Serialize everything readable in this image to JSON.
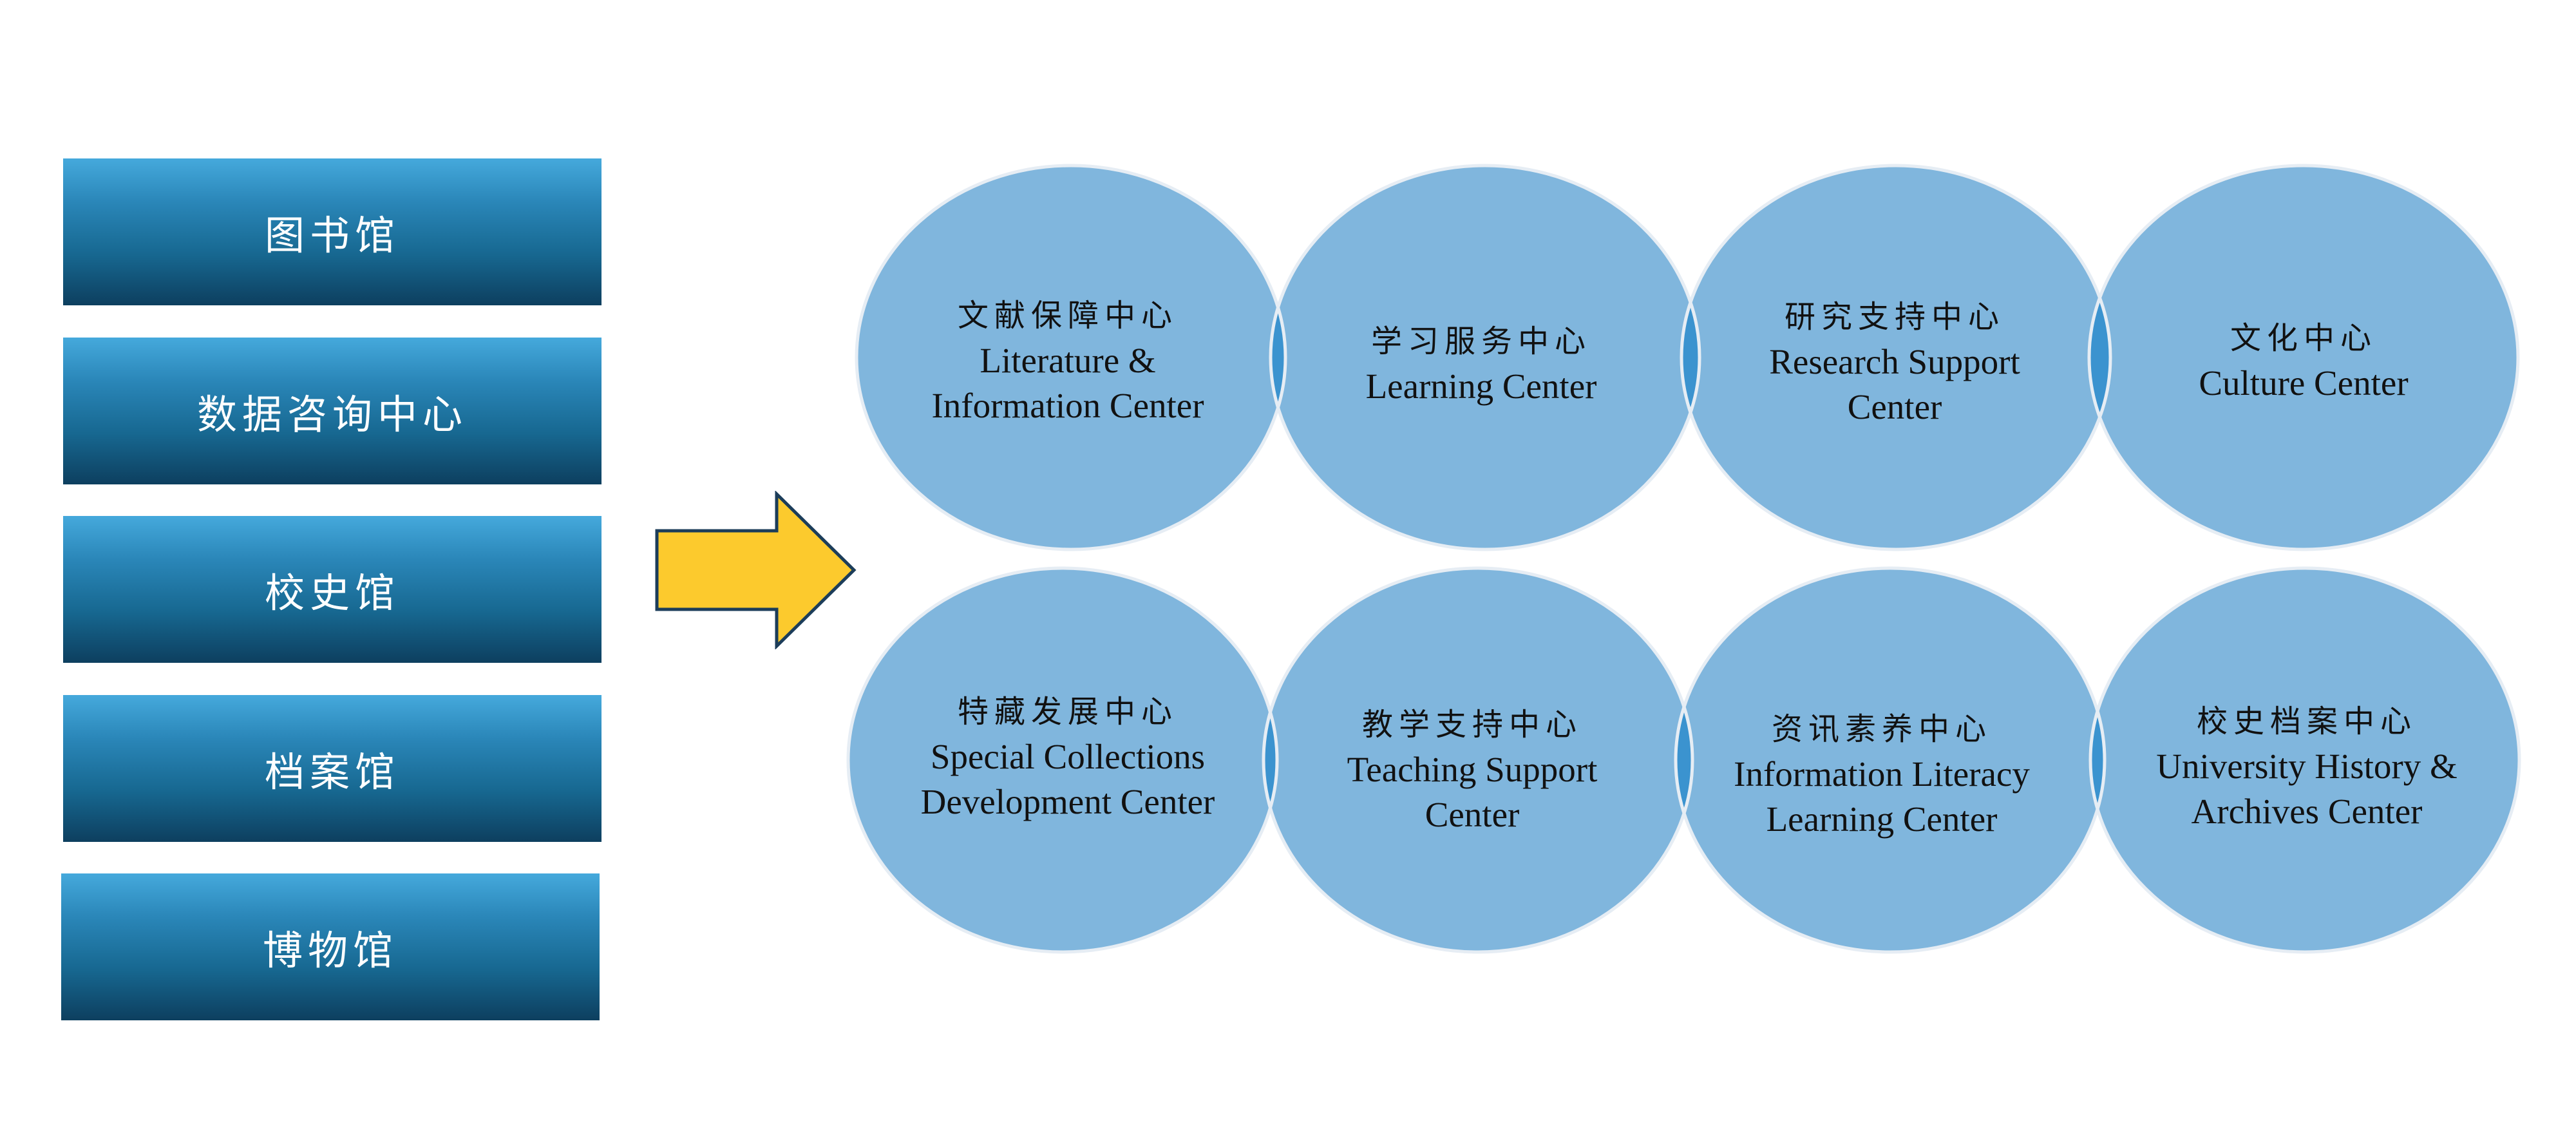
{
  "left_boxes": [
    {
      "label": "图书馆"
    },
    {
      "label": "数据咨询中心"
    },
    {
      "label": "校史馆"
    },
    {
      "label": "档案馆"
    },
    {
      "label": "博物馆"
    }
  ],
  "centers": [
    {
      "zh": "文献保障中心",
      "en": "Literature &\nInformation Center"
    },
    {
      "zh": "学习服务中心",
      "en": "Learning Center"
    },
    {
      "zh": "研究支持中心",
      "en": "Research Support\nCenter"
    },
    {
      "zh": "文化中心",
      "en": "Culture Center"
    },
    {
      "zh": "特藏发展中心",
      "en": "Special Collections\nDevelopment Center"
    },
    {
      "zh": "教学支持中心",
      "en": "Teaching Support\nCenter"
    },
    {
      "zh": "资讯素养中心",
      "en": "Information Literacy\nLearning Center"
    },
    {
      "zh": "校史档案中心",
      "en": "University History &\nArchives Center"
    }
  ],
  "colors": {
    "circle_fill": "#80b6dd",
    "circle_overlap": "#3b93cf",
    "circle_stroke": "#e6edf4",
    "arrow_fill": "#fcca2d",
    "arrow_stroke": "#1c3d5a"
  }
}
